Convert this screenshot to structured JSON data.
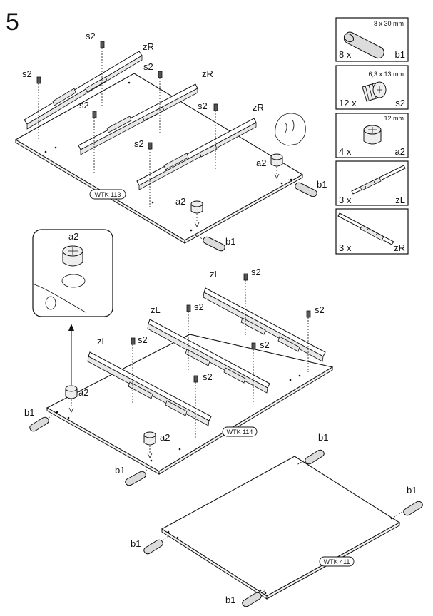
{
  "step_number": "5",
  "parts": [
    {
      "id": "b1",
      "qty": "8 x",
      "size": "8 x 30 mm",
      "code": "b1",
      "icon": "wooden-dowel-icon"
    },
    {
      "id": "s2",
      "qty": "12 x",
      "size": "6,3 x 13 mm",
      "code": "s2",
      "icon": "screw-icon"
    },
    {
      "id": "a2",
      "qty": "4 x",
      "size": "12 mm",
      "code": "a2",
      "icon": "cam-lock-icon"
    },
    {
      "id": "zL",
      "qty": "3 x",
      "size": "",
      "code": "zL",
      "icon": "left-drawer-slide-icon"
    },
    {
      "id": "zR",
      "qty": "3 x",
      "size": "",
      "code": "zR",
      "icon": "right-drawer-slide-icon"
    }
  ],
  "labels": {
    "s2": "s2",
    "zR": "zR",
    "zL": "zL",
    "a2": "a2",
    "b1": "b1"
  },
  "panels": {
    "top": "WTK 113",
    "middle": "WTK 114",
    "bottom": "WTK 411"
  },
  "detail_callout": {
    "label": "a2"
  }
}
